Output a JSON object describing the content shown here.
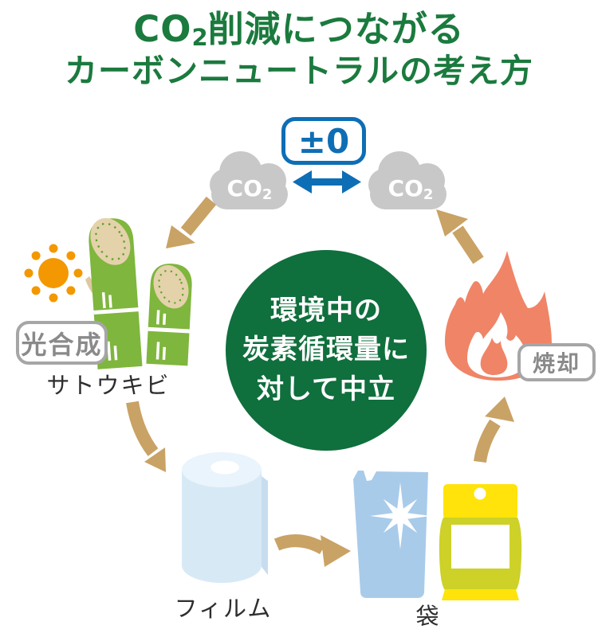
{
  "title": {
    "co": "CO",
    "co_sub": "2",
    "line1_rest": "削減につながる",
    "line2": "カーボンニュートラルの考え方"
  },
  "cycle": {
    "balance_badge": "±0",
    "co2_left": {
      "text": "CO",
      "sub": "2"
    },
    "co2_right": {
      "text": "CO",
      "sub": "2"
    },
    "photosynthesis_tag": "光合成",
    "sugarcane_label": "サトウキビ",
    "film_label": "フィルム",
    "bag_label": "袋",
    "incineration_tag": "焼却"
  },
  "center_circle": {
    "lines": [
      "環境中の",
      "炭素循環量に",
      "対して中立"
    ]
  },
  "colors": {
    "title_green": "#1b7a3e",
    "circle_green": "#0f6f3d",
    "blue": "#0e6eb5",
    "cloud_gray": "#c8c8c8",
    "arrow_tan": "#c9a265",
    "sun_orange": "#f39800",
    "cane_green": "#7fb63d",
    "cane_cut_tan": "#e4d2ab",
    "flame_salmon": "#f08467",
    "film_blue": "#d8e9f6",
    "pouch_blue": "#a9cbea",
    "bag_yellow": "#ffe30a",
    "bag_olive": "#cdd128",
    "tag_gray": "#8a8a8a"
  },
  "icons": [
    "sun-icon",
    "sugarcane-icon",
    "co2-cloud-icon",
    "double-arrow-icon",
    "flame-icon",
    "film-roll-icon",
    "pouch-icon",
    "snack-bag-icon",
    "cycle-arrow-icon"
  ]
}
